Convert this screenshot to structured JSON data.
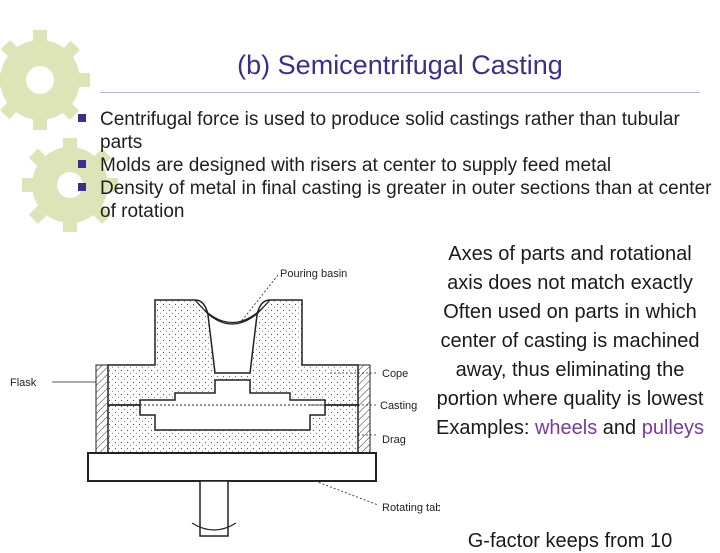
{
  "slide": {
    "title": "(b) Semicentrifugal Casting",
    "bullets": [
      {
        "text": "Centrifugal force is used to produce solid castings rather than tubular parts"
      },
      {
        "text": "Molds are designed with risers at center to supply feed metal"
      },
      {
        "text": "Density of metal in final casting is greater in outer sections than at center of rotation"
      }
    ],
    "side_notes": {
      "line1": "Axes of parts and rotational axis does not match exactly",
      "line2": "Often used on parts in which center of casting is machined away, thus eliminating the portion where quality is lowest",
      "line3_prefix": "Examples: ",
      "line3_accent1": "wheels",
      "line3_mid": " and ",
      "line3_accent2": "pulleys",
      "line4_partial": "G-factor keeps from 10"
    },
    "diagram": {
      "labels": {
        "pouring_basin": "Pouring basin",
        "flask": "Flask",
        "cope": "Cope",
        "casting": "Casting",
        "drag": "Drag",
        "rotating_table": "Rotating table"
      }
    },
    "colors": {
      "title": "#3b2f8a",
      "accent": "#7a3a9a",
      "gears": "#dde4b8"
    }
  }
}
